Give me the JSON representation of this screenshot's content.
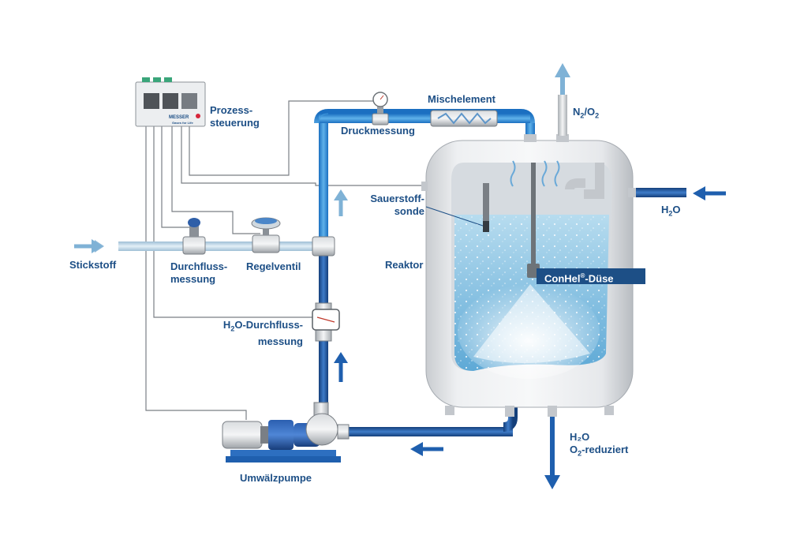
{
  "labels": {
    "prozesssteuerung": "Prozess-\nsteuerung",
    "mischelement": "Mischelement",
    "druckmessung": "Druckmessung",
    "n2o2_main": "N",
    "n2o2_sub1": "2",
    "n2o2_mid": "/O",
    "n2o2_sub2": "2",
    "sauerstoffsonde": "Sauerstoff-\nsonde",
    "h2o_right_main": "H",
    "h2o_right_sub": "2",
    "h2o_right_end": "O",
    "stickstoff": "Stickstoff",
    "durchflussmessung": "Durchfluss-\nmessung",
    "regelventil": "Regelventil",
    "reaktor": "Reaktor",
    "conhel_main": "ConHel",
    "conhel_sup": "®",
    "conhel_end": "-Düse",
    "h2o_flow_a": "H",
    "h2o_flow_sub": "2",
    "h2o_flow_b": "O-Durchfluss-",
    "h2o_flow_c": "messung",
    "h2o_out_line1": "H₂O",
    "h2o_out_a": "O",
    "h2o_out_sub": "2",
    "h2o_out_b": "-reduziert",
    "umwaelzpumpe": "Umwälzpumpe",
    "logo": "MESSER",
    "logo_sub": "Gases for Life"
  },
  "colors": {
    "label_blue": "#1d4f86",
    "pipe_blue": "#2a8fd8",
    "dark_pipe": "#1f5fae",
    "nitrogen_pipe": "#b9d3e6",
    "arrow_light": "#7fb2d6",
    "arrow_dark": "#1f5fae"
  }
}
